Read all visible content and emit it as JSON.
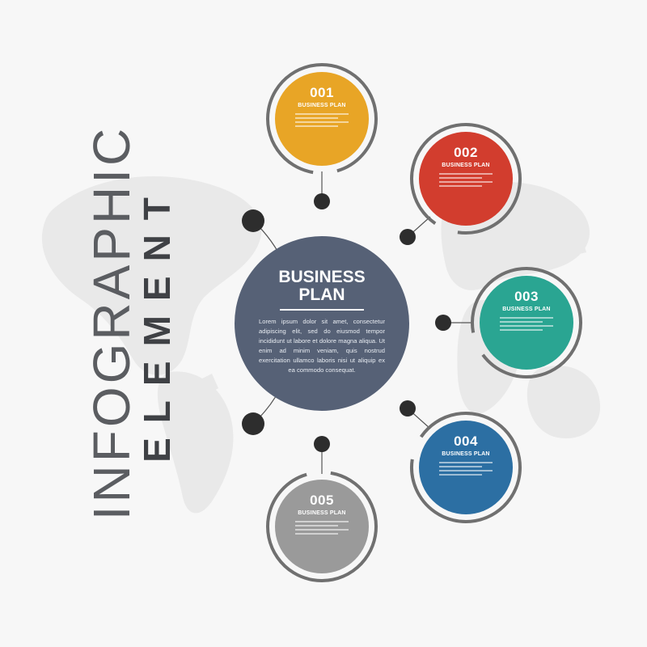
{
  "title": {
    "line1": "INFOGRAPHIC",
    "line2": "ELEMENT"
  },
  "center": {
    "title": "BUSINESS PLAN",
    "body": "Lorem ipsum dolor sit amet, consectetur adipiscing elit, sed do eiusmod tempor incididunt ut labore et dolore magna aliqua. Ut enim ad minim veniam, quis nostrud exercitation ullamco laboris nisi ut aliquip ex ea commodo consequat."
  },
  "steps": [
    {
      "number": "001",
      "label": "BUSINESS PLAN",
      "color": "#e8a526"
    },
    {
      "number": "002",
      "label": "BUSINESS PLAN",
      "color": "#d23d2e"
    },
    {
      "number": "003",
      "label": "BUSINESS PLAN",
      "color": "#2aa592"
    },
    {
      "number": "004",
      "label": "BUSINESS PLAN",
      "color": "#2c6fa3"
    },
    {
      "number": "005",
      "label": "BUSINESS PLAN",
      "color": "#9a9a9a"
    }
  ],
  "colors": {
    "background": "#f7f7f7",
    "center": "#566176",
    "connector": "#555555",
    "dot": "#2d2d2d",
    "map": "#e9e9e9"
  }
}
